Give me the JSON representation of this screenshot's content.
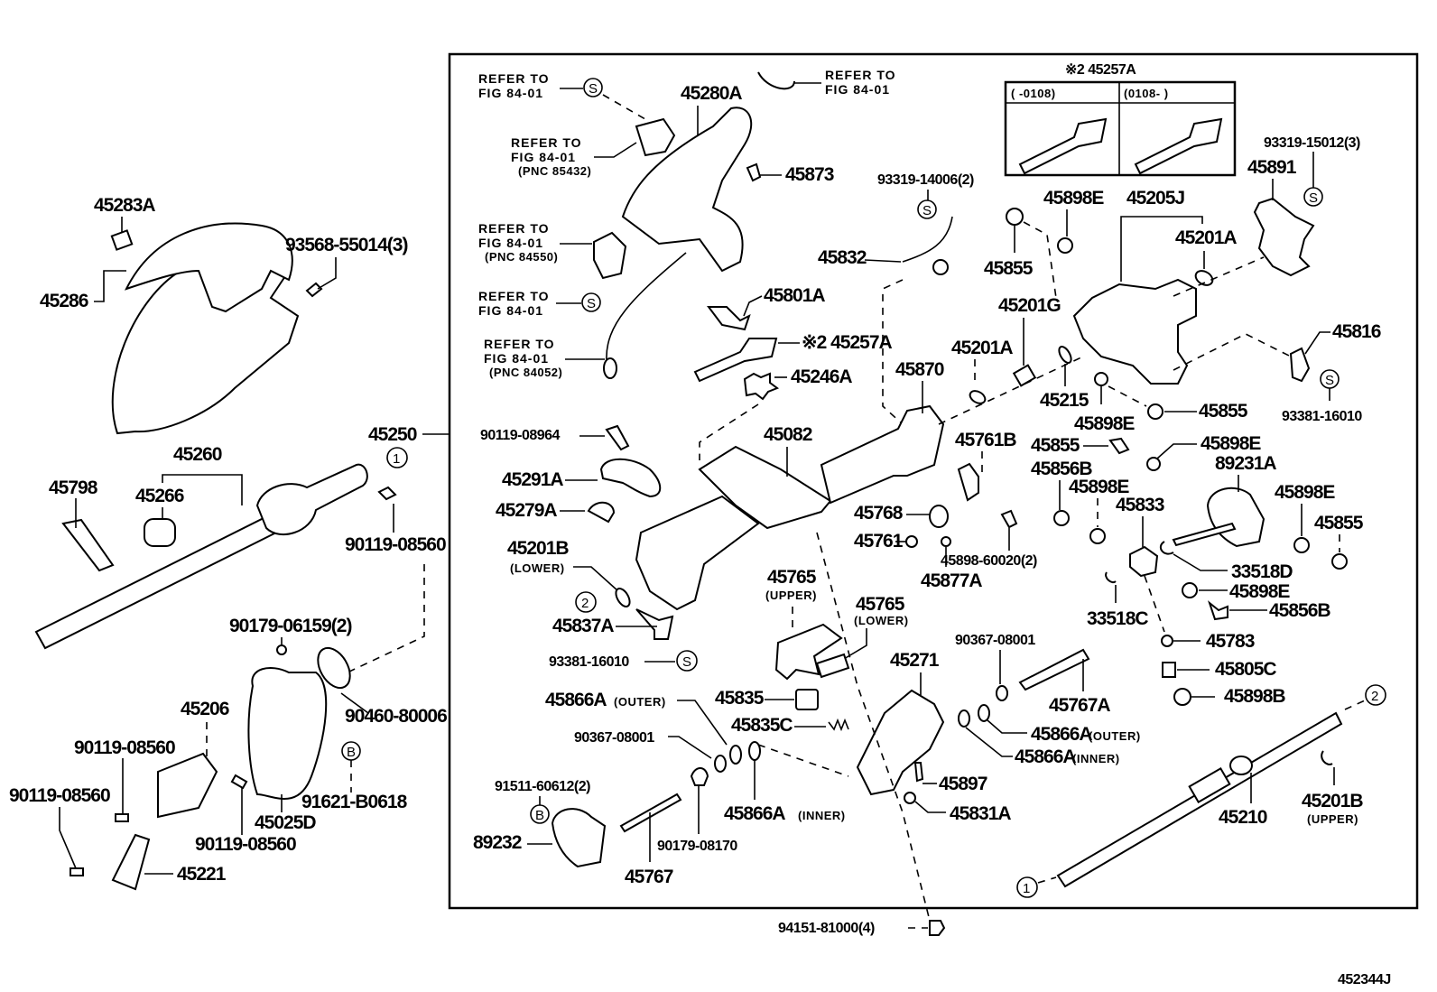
{
  "diagram": {
    "figure_code": "452344J",
    "assembly_label": "45250",
    "refer_text": {
      "line1": "REFER TO",
      "line2": "FIG 84-01"
    },
    "refer_items": [
      {
        "id": "ref1",
        "pnc": "",
        "symbol": "S"
      },
      {
        "id": "ref2",
        "pnc": "",
        "symbol": ""
      },
      {
        "id": "ref3",
        "pnc": "(PNC 85432)",
        "symbol": ""
      },
      {
        "id": "ref4",
        "pnc": "(PNC 84550)",
        "symbol": ""
      },
      {
        "id": "ref5",
        "pnc": "",
        "symbol": "S"
      },
      {
        "id": "ref6",
        "pnc": "(PNC 84052)",
        "symbol": ""
      }
    ],
    "inset_table": {
      "title": "※2 45257A",
      "columns": [
        "(      -0108)",
        "(0108-      )"
      ]
    },
    "symbols": {
      "S": "S",
      "B": "B",
      "one": "1",
      "two": "2"
    },
    "parts": {
      "p45283A": "45283A",
      "p93568": "93568-55014(3)",
      "p45286": "45286",
      "p45260": "45260",
      "p45798": "45798",
      "p45266": "45266",
      "p90119a": "90119-08560",
      "p90179a": "90179-06159(2)",
      "p90460": "90460-80006",
      "p45206": "45206",
      "p90119b": "90119-08560",
      "p90119c": "90119-08560",
      "p45025D": "45025D",
      "p91621": "91621-B0618",
      "p90119d": "90119-08560",
      "p45221": "45221",
      "p45280A": "45280A",
      "p45873": "45873",
      "p93319a": "93319-14006(2)",
      "p45832": "45832",
      "p45801A": "45801A",
      "p45257A": "※2 45257A",
      "p45246A": "45246A",
      "p90119e": "90119-08964",
      "p45082": "45082",
      "p45291A": "45291A",
      "p45279A": "45279A",
      "p45201B_l": "45201B",
      "p45201B_l_note": "(LOWER)",
      "p45837A": "45837A",
      "p93381a": "93381-16010",
      "p45866A_o1": "45866A",
      "p45866A_o1_note": "(OUTER)",
      "p90367a": "90367-08001",
      "p91511": "91511-60612(2)",
      "p89232": "89232",
      "p45767": "45767",
      "p90179b": "90179-08170",
      "p45866A_i1": "45866A",
      "p45866A_i1_note": "(INNER)",
      "p45835": "45835",
      "p45835C": "45835C",
      "p45765u": "45765",
      "p45765u_note": "(UPPER)",
      "p45765l": "45765",
      "p45765l_note": "(LOWER)",
      "p45271": "45271",
      "p45870": "45870",
      "p45201A_1": "45201A",
      "p45201G": "45201G",
      "p45215": "45215",
      "p45768": "45768",
      "p45761": "45761",
      "p45761B": "45761B",
      "p45877A": "45877A",
      "p45898_60020": "45898-60020(2)",
      "p45855_1": "45855",
      "p45898E_1": "45898E",
      "p45205J": "45205J",
      "p45201A_2": "45201A",
      "p93319b": "93319-15012(3)",
      "p45891": "45891",
      "p45816": "45816",
      "p93381b": "93381-16010",
      "p45855_2": "45855",
      "p45898E_2": "45898E",
      "p45855_3": "45855",
      "p45898E_3": "45898E",
      "p45856B_1": "45856B",
      "p45898E_4": "45898E",
      "p45833": "45833",
      "p89231A": "89231A",
      "p45898E_5": "45898E",
      "p45855_4": "45855",
      "p33518D": "33518D",
      "p33518C": "33518C",
      "p45898E_6": "45898E",
      "p45856B_2": "45856B",
      "p45783": "45783",
      "p45805C": "45805C",
      "p45898B": "45898B",
      "p90367b": "90367-08001",
      "p45767A": "45767A",
      "p45866A_o2": "45866A",
      "p45866A_o2_note": "(OUTER)",
      "p45866A_i2": "45866A",
      "p45866A_i2_note": "(INNER)",
      "p45897": "45897",
      "p45831A": "45831A",
      "p45210": "45210",
      "p45201B_u": "45201B",
      "p45201B_u_note": "(UPPER)",
      "p94151": "94151-81000(4)"
    }
  }
}
